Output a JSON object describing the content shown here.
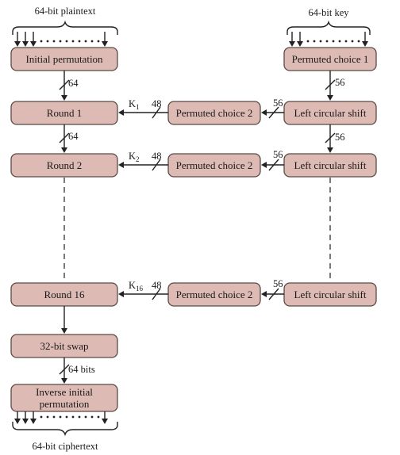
{
  "inputs": {
    "plaintext_label": "64-bit plaintext",
    "key_label": "64-bit key",
    "ciphertext_label": "64-bit ciphertext"
  },
  "left_column": {
    "initial_permutation": "Initial permutation",
    "round1": "Round 1",
    "round2": "Round 2",
    "round16": "Round 16",
    "swap": "32-bit swap",
    "inverse_line1": "Inverse initial",
    "inverse_line2": "permutation"
  },
  "middle_column": {
    "pc2_1": "Permuted choice 2",
    "pc2_2": "Permuted choice 2",
    "pc2_16": "Permuted choice 2"
  },
  "right_column": {
    "pc1": "Permuted choice 1",
    "shift1": "Left circular shift",
    "shift2": "Left circular shift",
    "shift16": "Left circular shift"
  },
  "bit_labels": {
    "ip_out": "64",
    "r1_out": "64",
    "swap_out": "64 bits",
    "pc1_out": "56",
    "shift1_out": "56",
    "shift1_to_pc2": "56",
    "shift2_to_pc2": "56",
    "shift16_to_pc2": "56",
    "k1_bits": "48",
    "k2_bits": "48",
    "k16_bits": "48"
  },
  "keys": {
    "k1_base": "K",
    "k1_sub": "1",
    "k2_base": "K",
    "k2_sub": "2",
    "k16_base": "K",
    "k16_sub": "16"
  }
}
